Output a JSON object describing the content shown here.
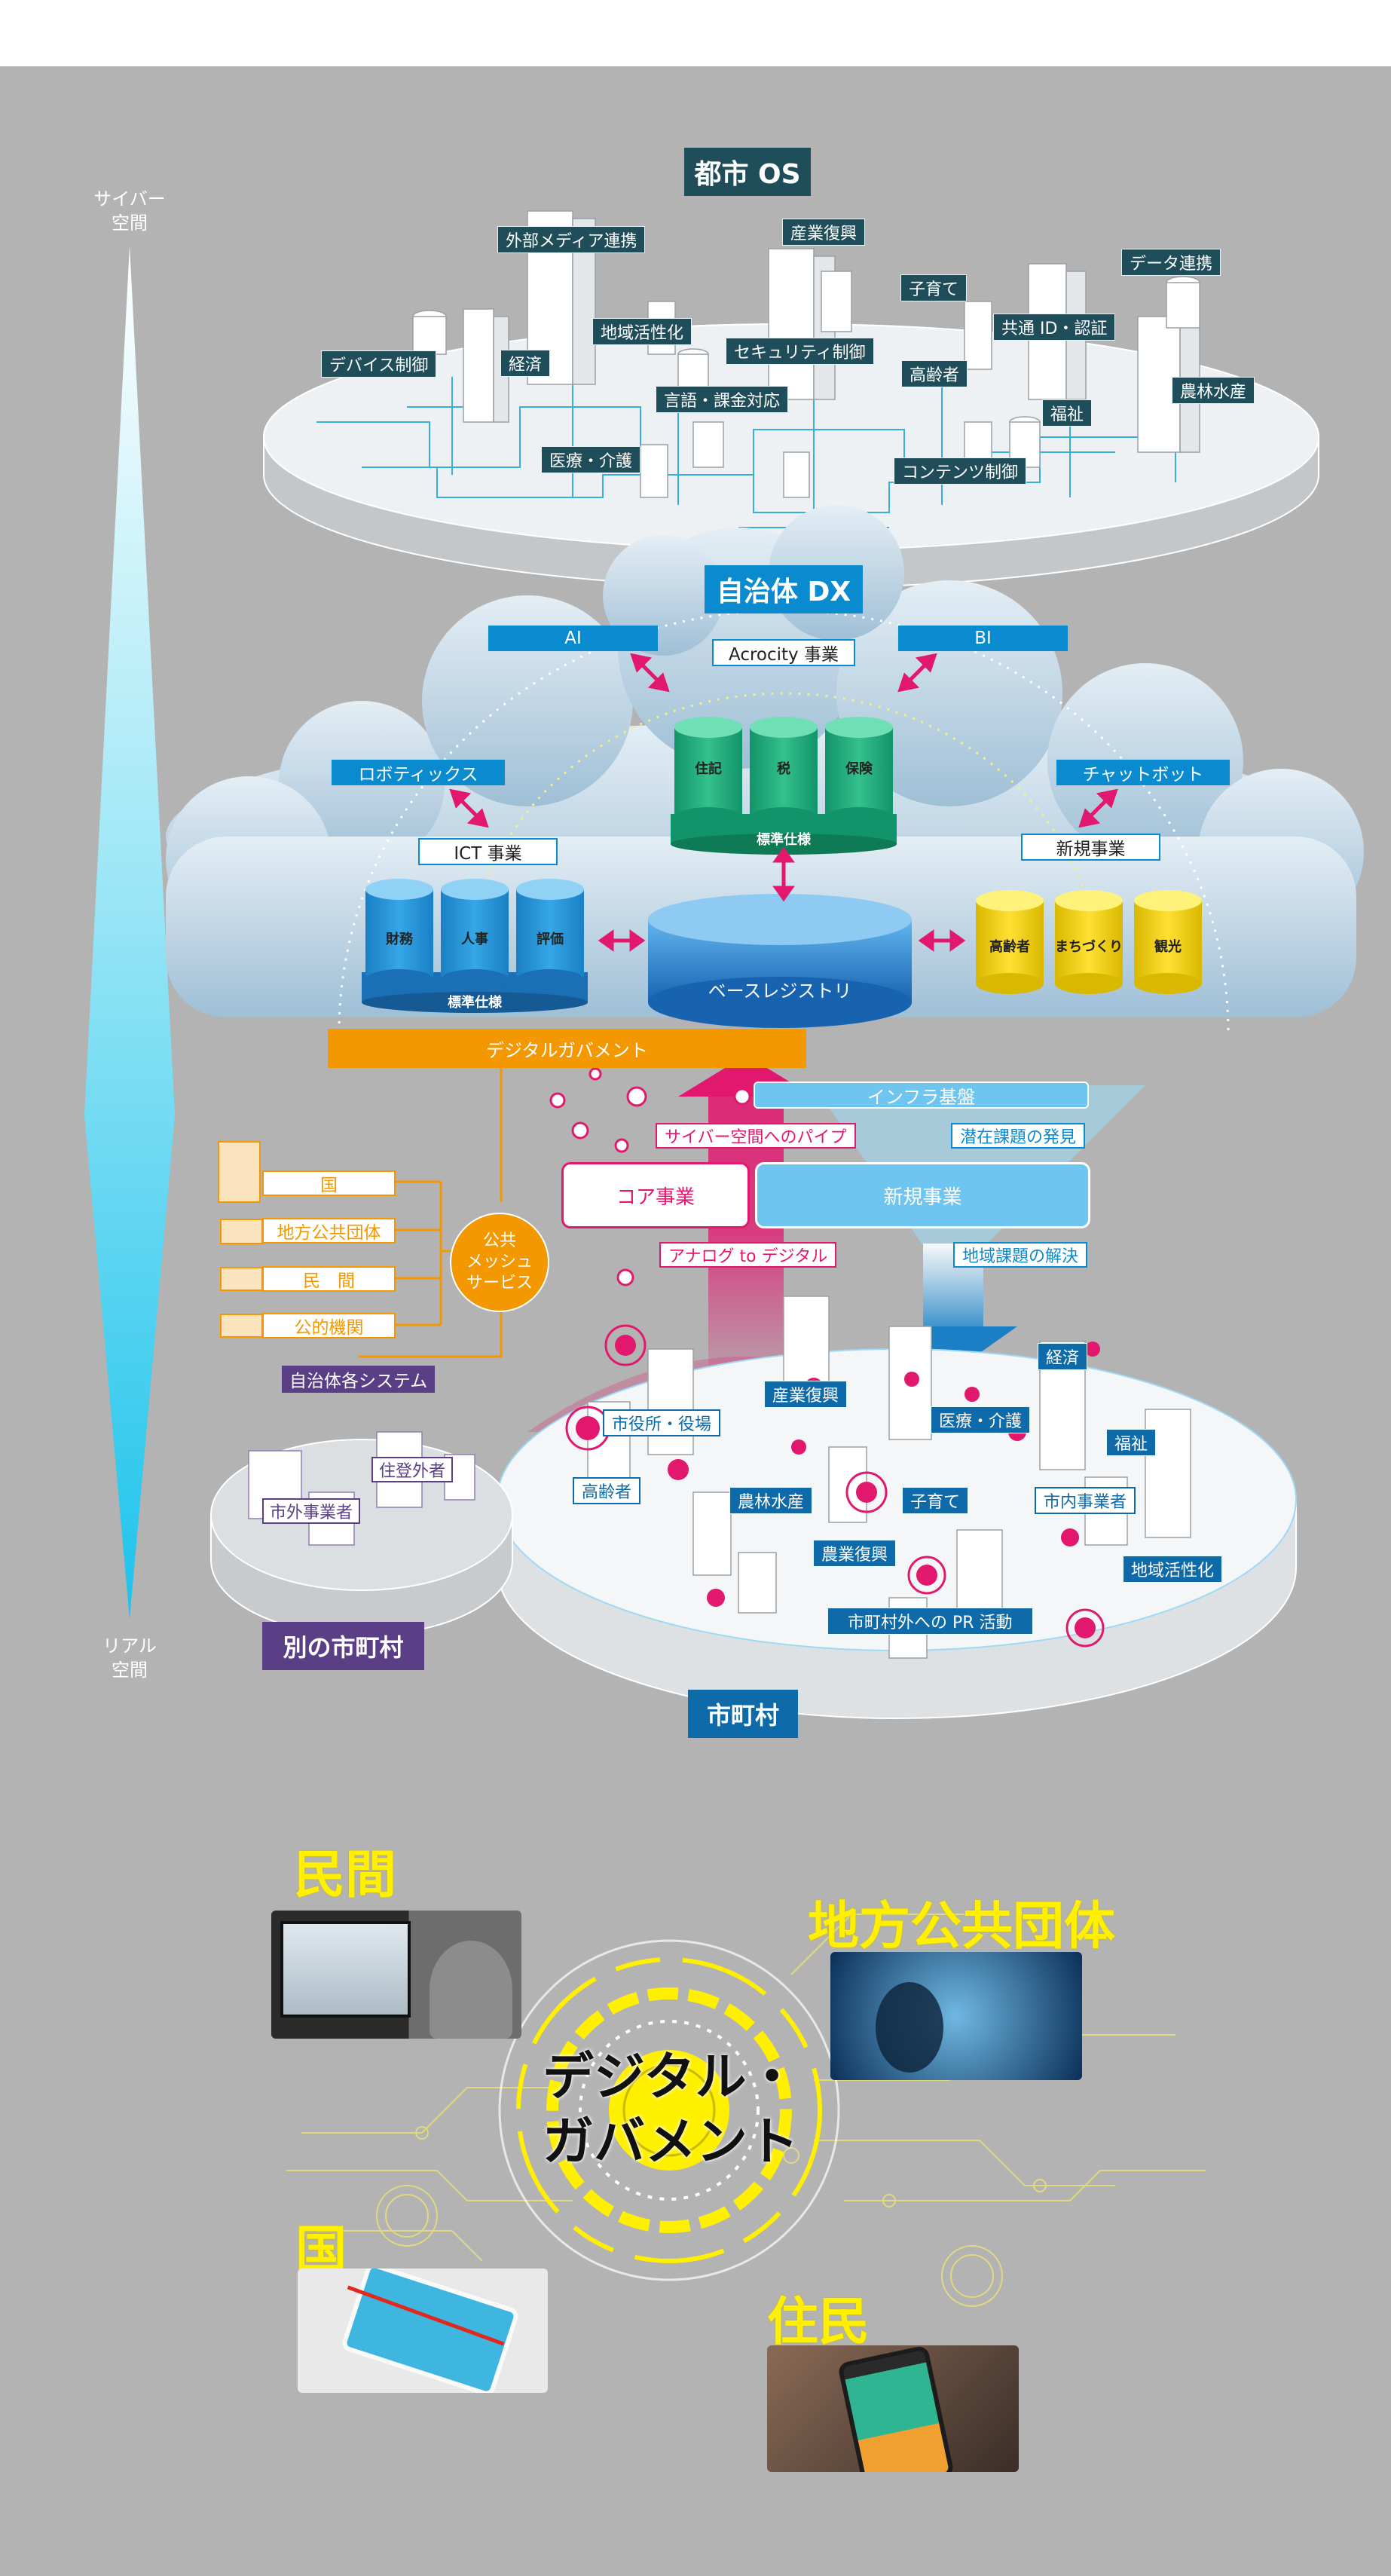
{
  "axis": {
    "top_line1": "サイバー",
    "top_line2": "空間",
    "bottom_line1": "リアル",
    "bottom_line2": "空間"
  },
  "city_os": {
    "title": "都市 OS",
    "items": [
      "外部メディア連携",
      "産業復興",
      "データ連携",
      "子育て",
      "地域活性化",
      "共通 ID・認証",
      "デバイス制御",
      "経済",
      "セキュリティ制御",
      "高齢者",
      "農林水産",
      "言語・課金対応",
      "福祉",
      "医療・介護",
      "コンテンツ制御"
    ]
  },
  "dx": {
    "title": "自治体 DX",
    "ai": "AI",
    "bi": "BI",
    "acrocity": "Acrocity 事業",
    "robotics": "ロボティックス",
    "chatbot": "チャットボット",
    "ict": "ICT 事業",
    "new_business": "新規事業",
    "green_cyl": [
      "住記",
      "税",
      "保険"
    ],
    "blue_cyl": [
      "財務",
      "人事",
      "評価"
    ],
    "yellow_cyl": [
      "高齢者",
      "まちづくり",
      "観光"
    ],
    "standard": "標準仕様",
    "base_registry": "ベースレジストリ"
  },
  "flow": {
    "digital_government": "デジタルガバメント",
    "infra": "インフラ基盤",
    "cyber_pipe": "サイバー空間へのパイプ",
    "latent_issue": "潜在課題の発見",
    "core_business": "コア事業",
    "new_business": "新規事業",
    "analog_digital": "アナログ to デジタル",
    "local_issue": "地域課題の解決"
  },
  "mesh": {
    "line1": "公共",
    "line2": "メッシュ",
    "line3": "サービス",
    "entities": [
      "国",
      "地方公共団体",
      "民　間",
      "公的機関"
    ],
    "systems": "自治体各システム"
  },
  "other": {
    "resident": "住登外者",
    "business": "市外事業者",
    "title": "別の市町村"
  },
  "city": {
    "title": "市町村",
    "items": [
      "産業復興",
      "経済",
      "市役所・役場",
      "医療・介護",
      "福祉",
      "高齢者",
      "農林水産",
      "子育て",
      "市内事業者",
      "農業復興",
      "地域活性化",
      "市町村外への PR 活動"
    ]
  },
  "stakeholders": {
    "private": "民間",
    "local_gov": "地方公共団体",
    "country": "国",
    "residents": "住民",
    "center_line1": "デジタル・",
    "center_line2": "ガバメント"
  }
}
